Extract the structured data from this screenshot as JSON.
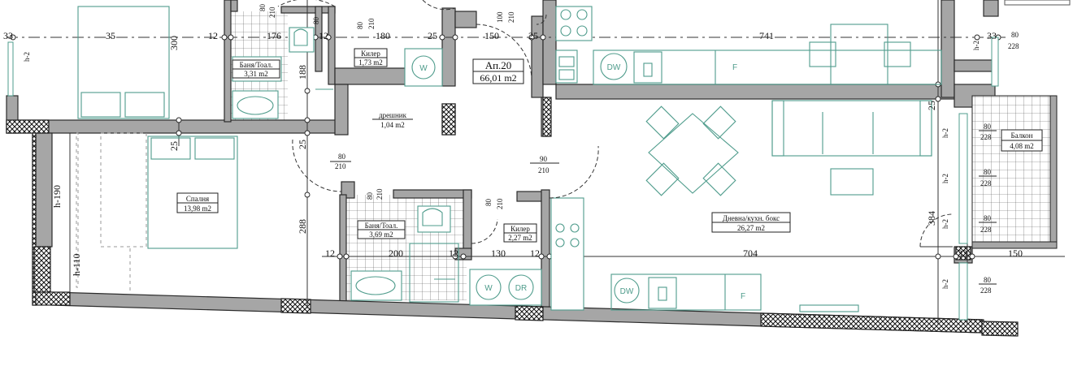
{
  "apartment": {
    "name": "Ап.20",
    "area": "66,01 m2"
  },
  "rooms": [
    {
      "id": "bath1",
      "name": "Баня/Тоал.",
      "area": "3,31 m2"
    },
    {
      "id": "storage1",
      "name": "Килер",
      "area": "1,73 m2"
    },
    {
      "id": "wardrobe",
      "name": "дрешник",
      "area": "1,04 m2"
    },
    {
      "id": "bedroom",
      "name": "Спалня",
      "area": "13,98 m2"
    },
    {
      "id": "bath2",
      "name": "Баня/Тоал.",
      "area": "3,69 m2"
    },
    {
      "id": "storage2",
      "name": "Килер",
      "area": "2,27 m2"
    },
    {
      "id": "living",
      "name": "Дневна/кухн. бокс",
      "area": "26,27 m2"
    },
    {
      "id": "balcony",
      "name": "Балкон",
      "area": "4,08 m2"
    }
  ],
  "dimensions": {
    "top_row": [
      "33",
      "35",
      "300",
      "12",
      "176",
      "12",
      "180",
      "25",
      "150",
      "25",
      "741",
      "33",
      "80",
      "228"
    ],
    "middle_row": [
      "12",
      "200",
      "12",
      "130",
      "12",
      "704",
      "33",
      "150"
    ],
    "vertical": [
      "188",
      "25",
      "25",
      "288",
      "384",
      "25"
    ],
    "heights": [
      "h-190",
      "h-110",
      "h-2",
      "h-2",
      "h-2",
      "h-2",
      "h-2",
      "h-2"
    ],
    "door_openings": [
      {
        "w": "80",
        "h": "210"
      },
      {
        "w": "80",
        "h": "210"
      },
      {
        "w": "100",
        "h": "210"
      },
      {
        "w": "80",
        "h": "210"
      },
      {
        "w": "90",
        "h": "210"
      },
      {
        "w": "80",
        "h": "210"
      },
      {
        "w": "80",
        "h": "210"
      },
      {
        "w": "80",
        "h": "210"
      }
    ],
    "windows": [
      {
        "w": "80",
        "h": "228"
      },
      {
        "w": "80",
        "h": "228"
      },
      {
        "w": "80",
        "h": "228"
      },
      {
        "w": "80",
        "h": "228"
      },
      {
        "w": "80",
        "h": "228"
      }
    ]
  },
  "appliances": {
    "washer": "W",
    "dryer": "DR",
    "dishwasher": "DW",
    "fridge": "F"
  }
}
